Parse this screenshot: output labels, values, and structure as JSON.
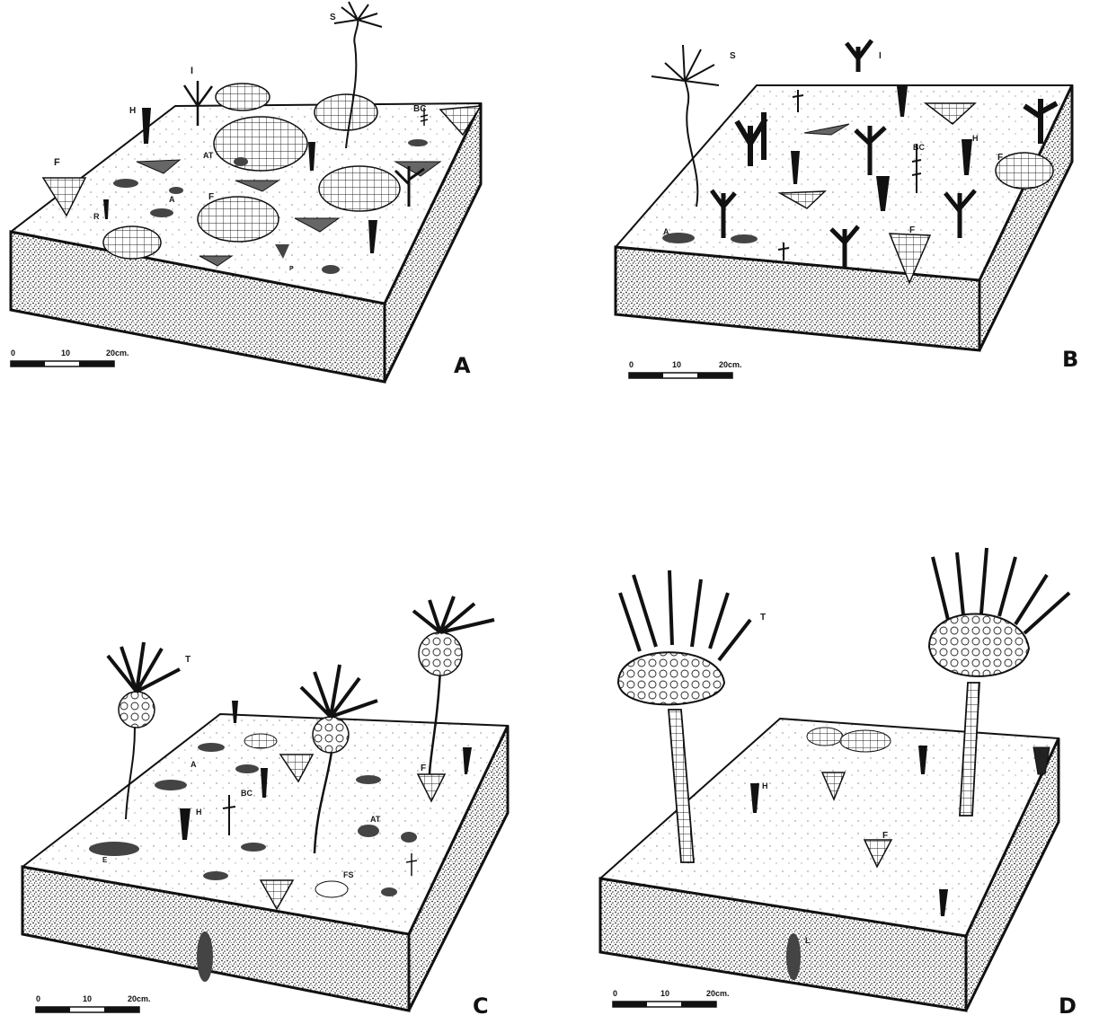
{
  "panels": [
    {
      "id": "A",
      "panel_label": "A",
      "scale": [
        "0",
        "10",
        "20cm."
      ],
      "organism_labels": [
        "S",
        "I",
        "H",
        "BC",
        "F",
        "AT",
        "A",
        "F",
        "R",
        "P"
      ]
    },
    {
      "id": "B",
      "panel_label": "B",
      "scale": [
        "0",
        "10",
        "20cm."
      ],
      "organism_labels": [
        "S",
        "I",
        "H",
        "BC",
        "F",
        "A",
        "F"
      ]
    },
    {
      "id": "C",
      "panel_label": "C",
      "scale": [
        "0",
        "10",
        "20cm."
      ],
      "organism_labels": [
        "T",
        "A",
        "BC",
        "H",
        "F",
        "AT",
        "E",
        "FS"
      ]
    },
    {
      "id": "D",
      "panel_label": "D",
      "scale": [
        "0",
        "10",
        "20cm."
      ],
      "organism_labels": [
        "T",
        "H",
        "F",
        "L"
      ]
    }
  ],
  "colors": {
    "ink": "#1a1a1a",
    "paper": "#ffffff"
  }
}
